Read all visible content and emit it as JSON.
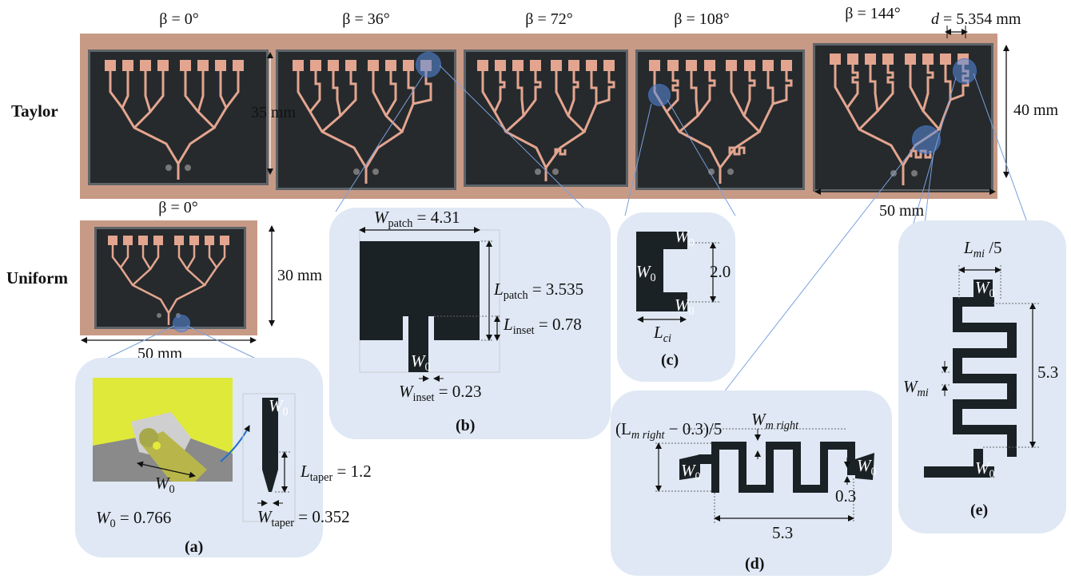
{
  "row_labels": {
    "taylor": "Taylor",
    "uniform": "Uniform"
  },
  "betas": [
    "β = 0°",
    "β = 36°",
    "β = 72°",
    "β = 108°",
    "β = 144°"
  ],
  "uniform_beta": "β = 0°",
  "dims": {
    "height_35": "35 mm",
    "height_40": "40 mm",
    "width_50_top": "50 mm",
    "height_30": "30 mm",
    "width_50_bottom": "50 mm",
    "d_label": "d",
    "d_value": " = 5.354 mm"
  },
  "panel_a": {
    "label": "(a)",
    "w0_eq": "W",
    "w0_sub": "0",
    "w0_val": " = 0.766",
    "ltaper_L": "L",
    "ltaper_sub": "taper",
    "ltaper_val": " = 1.2",
    "wtaper_W": "W",
    "wtaper_sub": "taper",
    "wtaper_val": " = 0.352",
    "w0_tag": "W",
    "w0_tag_sub": "0",
    "w0_3d": "W",
    "w0_3d_sub": "0"
  },
  "panel_b": {
    "label": "(b)",
    "wpatch_W": "W",
    "wpatch_sub": "patch",
    "wpatch_val": " = 4.31",
    "lpatch_L": "L",
    "lpatch_sub": "patch",
    "lpatch_val": " = 3.535",
    "linset_L": "L",
    "linset_sub": "inset",
    "linset_val": " = 0.78",
    "winset_W": "W",
    "winset_sub": "inset",
    "winset_val": " = 0.23",
    "w0": "W",
    "w0_sub": "0"
  },
  "panel_c": {
    "label": "(c)",
    "val": "2.0",
    "lci_L": "L",
    "lci_sub": "ci",
    "w0": "W",
    "w0_sub": "0"
  },
  "panel_d": {
    "label": "(d)",
    "top_expr_open": "(L",
    "top_expr_sub": "m right",
    "top_expr_close": " − 0.3)/5",
    "wmr_W": "W",
    "wmr_sub": "m right",
    "v03": "0.3",
    "v53": "5.3",
    "w0": "W",
    "w0_sub": "0"
  },
  "panel_e": {
    "label": "(e)",
    "lmi_L": "L",
    "lmi_sub": "mi",
    "lmi_tail": " /5",
    "wmi_W": "W",
    "wmi_sub": "mi",
    "v53": "5.3",
    "w0": "W",
    "w0_sub": "0"
  },
  "colors": {
    "board": "#262a2d",
    "copper": "#e3a58f",
    "panel": "#dfe8f4",
    "trace": "#1b2226",
    "highlight": "#5a8cdc",
    "yellow": "#dfe93a"
  }
}
